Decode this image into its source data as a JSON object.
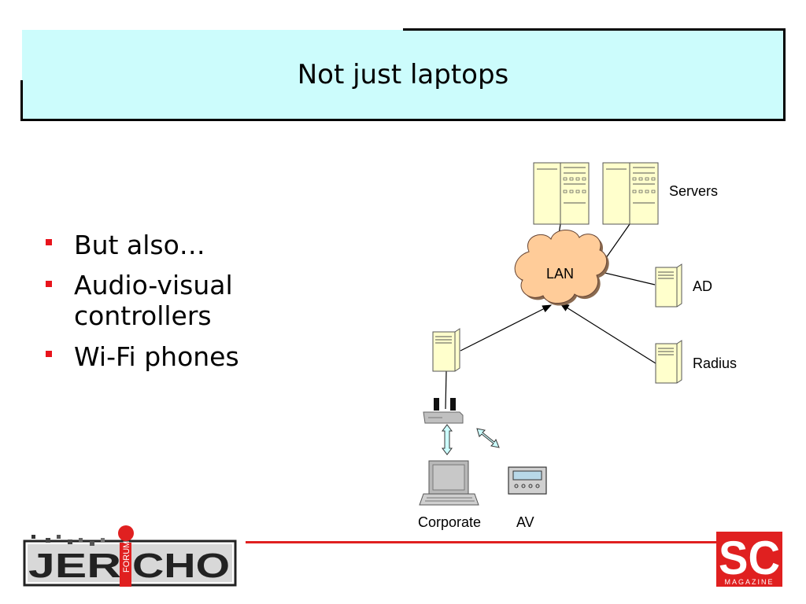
{
  "slide": {
    "title": "Not just laptops",
    "bullets": [
      "But also…",
      "Audio-visual controllers",
      "Wi-Fi phones"
    ]
  },
  "diagram": {
    "labels": {
      "servers": "Servers",
      "lan": "LAN",
      "ad": "AD",
      "radius": "Radius",
      "corporate": "Corporate",
      "av": "AV"
    }
  },
  "logos": {
    "left": "JERICHO",
    "left_sub": "FORUM",
    "right": "SC",
    "right_sub": "MAGAZINE"
  },
  "colors": {
    "title_bg": "#ccfcfc",
    "accent_red": "#e02020",
    "bullet_red": "#e8141c",
    "server_fill": "#ffffcc",
    "cloud_fill": "#ffcc99"
  }
}
